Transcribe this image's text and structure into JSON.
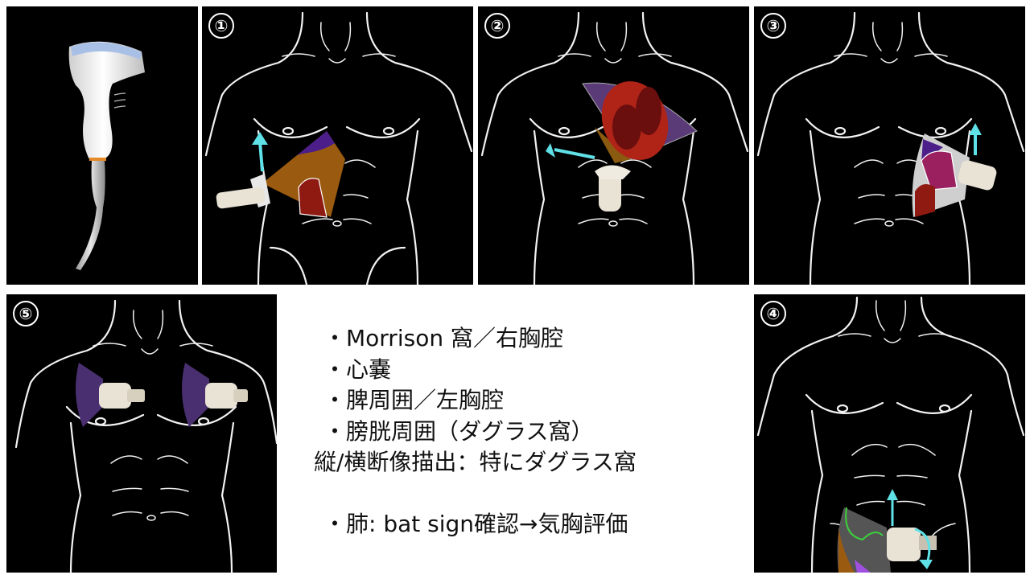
{
  "panels": [
    {
      "id": "probe",
      "label": "",
      "description": "convex ultrasound probe"
    },
    {
      "id": "1",
      "label": "①",
      "view": "Morrison pouch / right thoracic cavity"
    },
    {
      "id": "2",
      "label": "②",
      "view": "pericardium (subxiphoid)"
    },
    {
      "id": "3",
      "label": "③",
      "view": "perisplenic / left thoracic cavity"
    },
    {
      "id": "4",
      "label": "④",
      "view": "perivesical (pouch of Douglas)"
    },
    {
      "id": "5",
      "label": "⑤",
      "view": "lung (bilateral anterior chest)"
    }
  ],
  "notes": {
    "items": [
      "・Morrison 窩／右胸腔",
      "・心嚢",
      "・脾周囲／左胸腔",
      "・膀胱周囲（ダグラス窩）",
      "縦/横断像描出：特にダグラス窩",
      "",
      "・肺: bat sign確認→気胸評価"
    ]
  },
  "colors": {
    "background": "#ffffff",
    "panel_bg": "#000000",
    "outline": "#f2f2f2",
    "arrow": "#5fe0e6",
    "liver": "#9a5a10",
    "kidney": "#8e1a12",
    "sector_purple": "#5b3a78",
    "spleen": "#9a2060",
    "heart": "#b02418"
  }
}
